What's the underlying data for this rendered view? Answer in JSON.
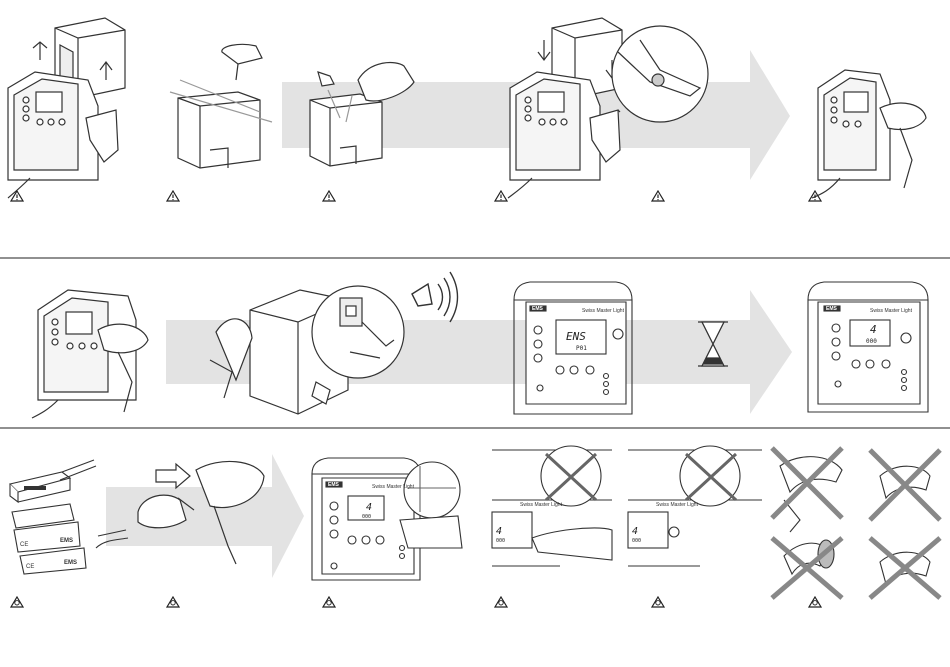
{
  "panels": {
    "row2_center": {
      "brand": "EMS",
      "model": "Swiss Master Light",
      "lcd_main": "ENS",
      "lcd_sub": "P01"
    },
    "row2_right": {
      "brand": "EMS",
      "model": "Swiss Master Light",
      "lcd_main": "4",
      "lcd_sub": "000"
    },
    "row3_panel": {
      "brand": "EMS",
      "model": "Swiss Master Light",
      "lcd_main": "4",
      "lcd_sub": "000"
    },
    "row3_zoom1": {
      "model": "Swiss Master Light",
      "lcd_main": "4",
      "lcd_sub": "000"
    },
    "row3_zoom2": {
      "model": "Swiss Master Light",
      "lcd_main": "4",
      "lcd_sub": "000"
    }
  },
  "packaging": {
    "label": "EMS",
    "ce_mark": "CE"
  },
  "colors": {
    "arrow": "#e3e3e3",
    "stroke": "#333333",
    "background": "#ffffff"
  },
  "icons": {
    "warning": "warning-triangle-icon",
    "attention": "attention-triangle-icon",
    "sound": "sound-waves-icon",
    "hourglass": "hourglass-icon",
    "cross": "cross-x-icon"
  }
}
